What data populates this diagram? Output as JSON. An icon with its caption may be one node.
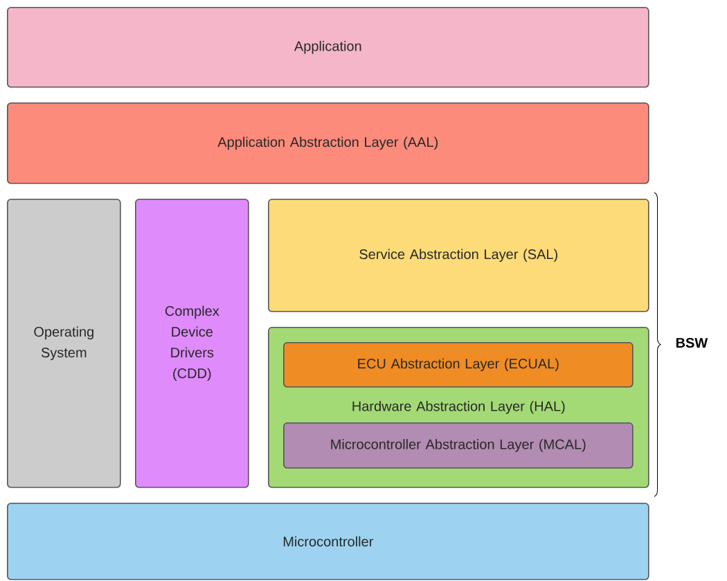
{
  "diagram": {
    "nodes": [
      {
        "text": [
          "Application"
        ]
      },
      {
        "text": [
          "Application Abstraction Layer (AAL)"
        ]
      },
      {
        "text": [
          "Operating System"
        ]
      },
      {
        "text": [
          "Complex Device Drivers (CDD)"
        ]
      },
      {
        "text": [
          "Service Abstraction Layer (SAL)"
        ]
      },
      {
        "text": [
          "Hardware Abstraction Layer (HAL)"
        ]
      },
      {
        "text": [
          "ECU Abstraction Layer (ECUAL)"
        ],
        "in": 5
      },
      {
        "text": [
          "Microcontroller Abstraction Layer (MCAL)"
        ],
        "in": 5
      },
      {
        "text": [
          "Microcontroller"
        ]
      }
    ],
    "labels": [
      "BSW"
    ]
  }
}
